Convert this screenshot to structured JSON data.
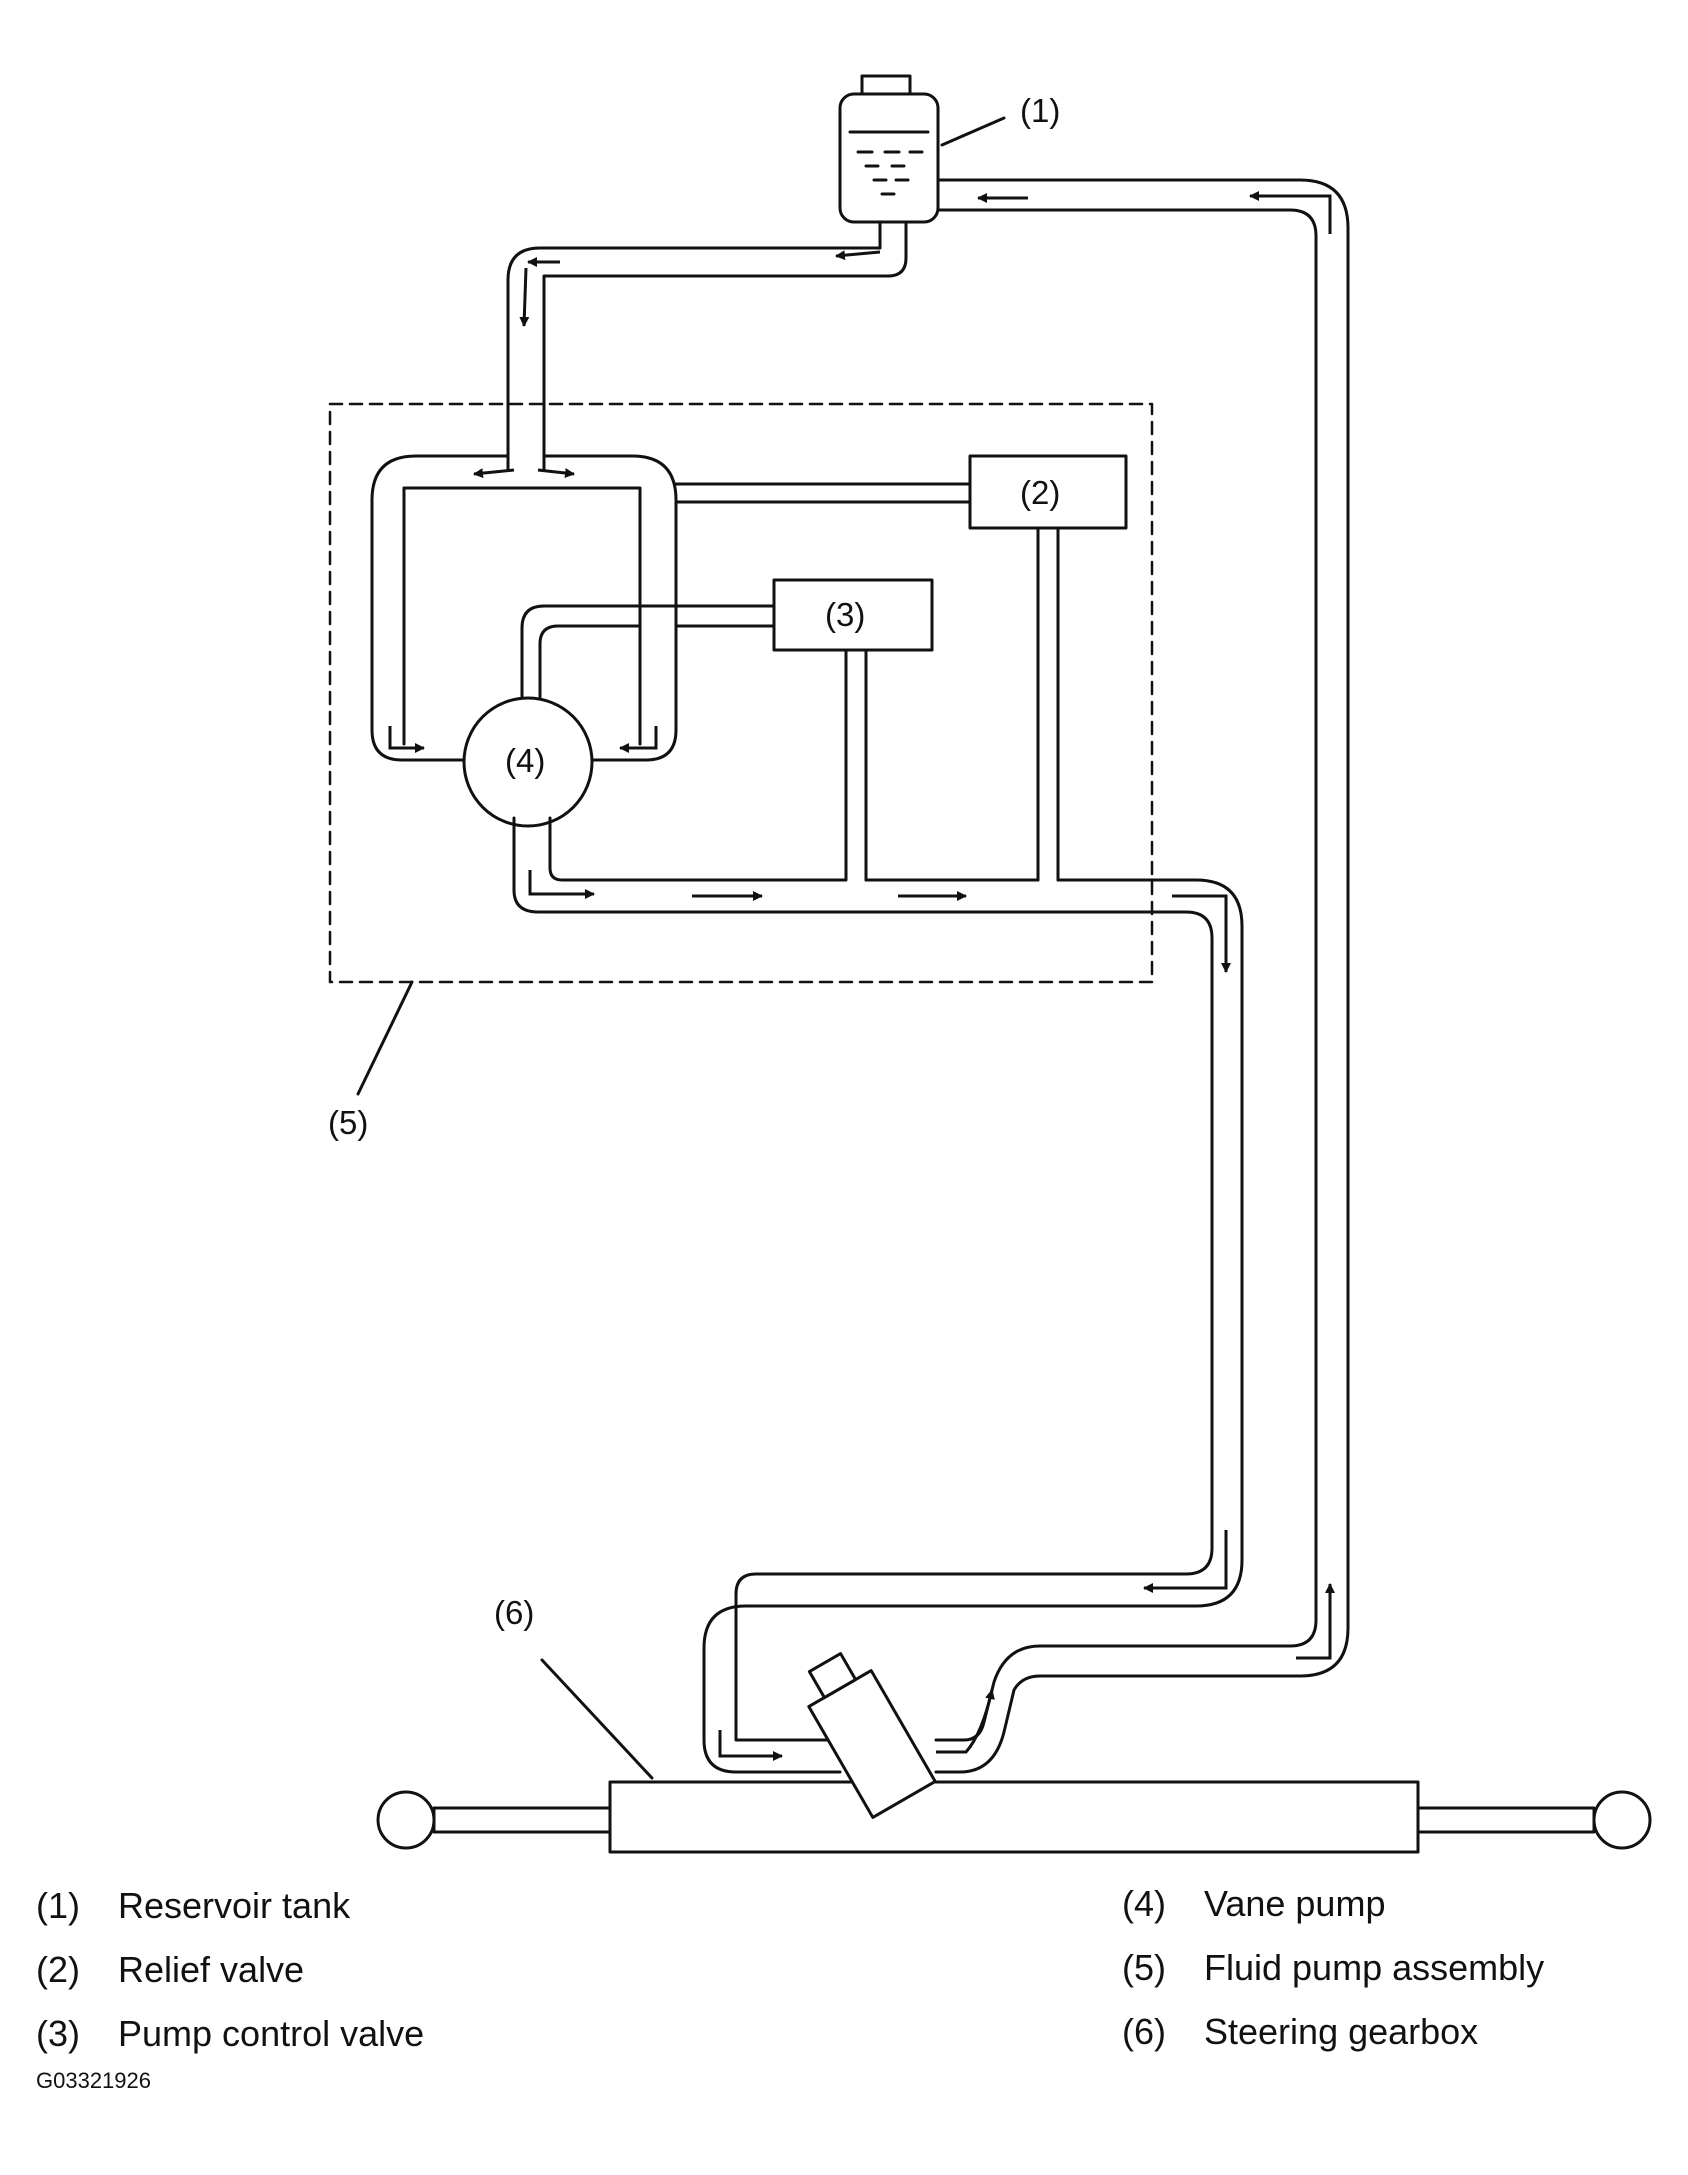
{
  "callouts": [
    "(1)",
    "(2)",
    "(3)",
    "(4)",
    "(5)",
    "(6)"
  ],
  "legend": [
    {
      "num": "(1)",
      "label": "Reservoir tank"
    },
    {
      "num": "(2)",
      "label": "Relief valve"
    },
    {
      "num": "(3)",
      "label": "Pump control valve"
    },
    {
      "num": "(4)",
      "label": "Vane pump"
    },
    {
      "num": "(5)",
      "label": "Fluid pump assembly"
    },
    {
      "num": "(6)",
      "label": "Steering gearbox"
    }
  ],
  "figure_code": "G03321926"
}
